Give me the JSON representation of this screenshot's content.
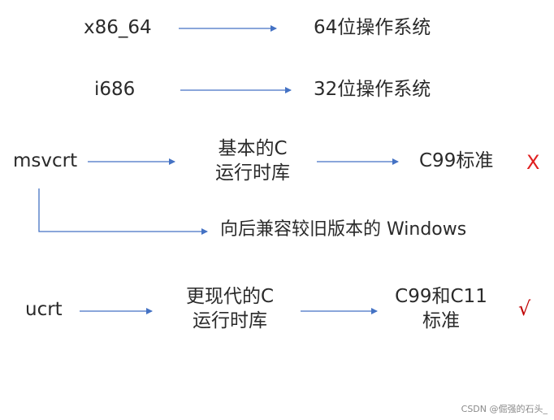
{
  "colors": {
    "arrow": "#4472c4",
    "cross": "#e02020",
    "check": "#c00000",
    "text": "#2a2a2a"
  },
  "rows": {
    "x86_64": {
      "source": "x86_64",
      "target": "64位操作系统"
    },
    "i686": {
      "source": "i686",
      "target": "32位操作系统"
    },
    "msvcrt": {
      "source": "msvcrt",
      "middle_line1": "基本的C",
      "middle_line2": "运行时库",
      "target": "C99标准",
      "status": "X",
      "branch": "向后兼容较旧版本的 Windows"
    },
    "ucrt": {
      "source": "ucrt",
      "middle_line1": "更现代的C",
      "middle_line2": "运行时库",
      "target_line1": "C99和C11",
      "target_line2": "标准",
      "status": "√"
    }
  },
  "watermark": "CSDN @倔强的石头_"
}
